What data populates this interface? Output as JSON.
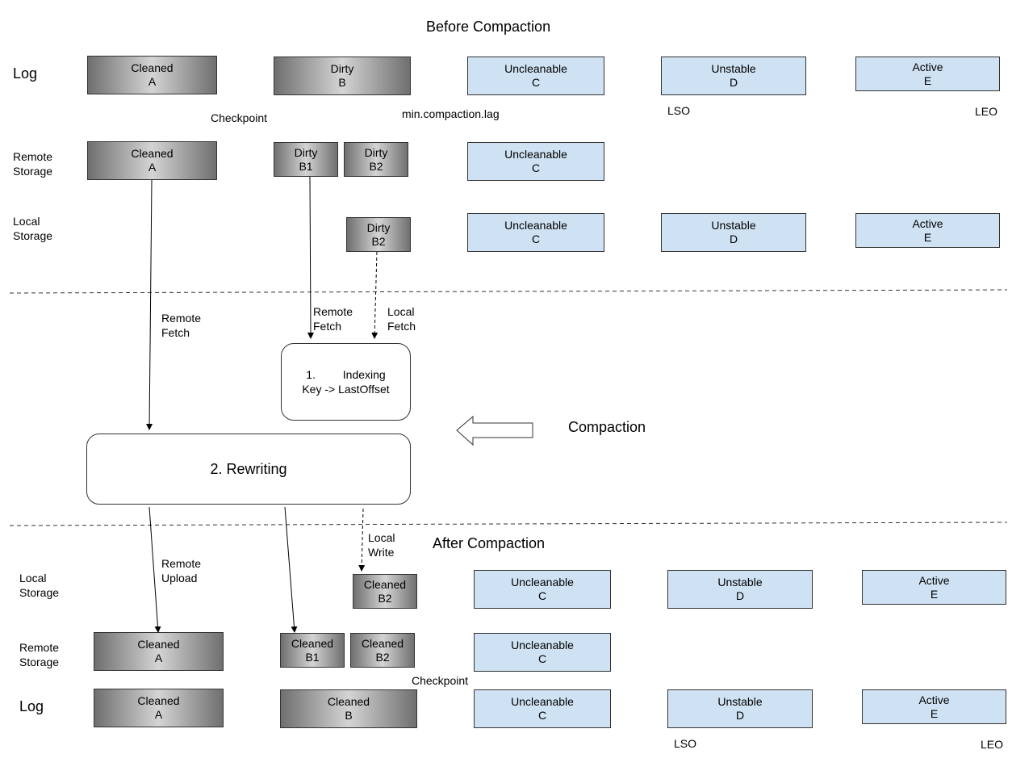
{
  "titles": {
    "before": "Before Compaction",
    "after": "After Compaction",
    "compaction": "Compaction"
  },
  "row_labels": {
    "log_top": "Log",
    "remote_top_1": "Remote",
    "remote_top_2": "Storage",
    "local_top_1": "Local",
    "local_top_2": "Storage",
    "local_bottom_1": "Local",
    "local_bottom_2": "Storage",
    "remote_bottom_1": "Remote",
    "remote_bottom_2": "Storage",
    "log_bottom": "Log"
  },
  "segments": {
    "top_log": [
      {
        "l1": "Cleaned",
        "l2": "A"
      },
      {
        "l1": "Dirty",
        "l2": "B"
      },
      {
        "l1": "Uncleanable",
        "l2": "C"
      },
      {
        "l1": "Unstable",
        "l2": "D"
      },
      {
        "l1": "Active",
        "l2": "E"
      }
    ],
    "top_remote": [
      {
        "l1": "Cleaned",
        "l2": "A"
      },
      {
        "l1": "Dirty",
        "l2": "B1"
      },
      {
        "l1": "Dirty",
        "l2": "B2"
      },
      {
        "l1": "Uncleanable",
        "l2": "C"
      }
    ],
    "top_local": [
      {
        "l1": "Dirty",
        "l2": "B2"
      },
      {
        "l1": "Uncleanable",
        "l2": "C"
      },
      {
        "l1": "Unstable",
        "l2": "D"
      },
      {
        "l1": "Active",
        "l2": "E"
      }
    ],
    "bottom_local": [
      {
        "l1": "Cleaned",
        "l2": "B2"
      },
      {
        "l1": "Uncleanable",
        "l2": "C"
      },
      {
        "l1": "Unstable",
        "l2": "D"
      },
      {
        "l1": "Active",
        "l2": "E"
      }
    ],
    "bottom_remote": [
      {
        "l1": "Cleaned",
        "l2": "A"
      },
      {
        "l1": "Cleaned",
        "l2": "B1"
      },
      {
        "l1": "Cleaned",
        "l2": "B2"
      },
      {
        "l1": "Uncleanable",
        "l2": "C"
      }
    ],
    "bottom_log": [
      {
        "l1": "Cleaned",
        "l2": "A"
      },
      {
        "l1": "Cleaned",
        "l2": "B"
      },
      {
        "l1": "Uncleanable",
        "l2": "C"
      },
      {
        "l1": "Unstable",
        "l2": "D"
      },
      {
        "l1": "Active",
        "l2": "E"
      }
    ]
  },
  "markers": {
    "checkpoint_top": "Checkpoint",
    "min_lag": "min.compaction.lag",
    "lso_top": "LSO",
    "leo_top": "LEO",
    "checkpoint_bottom": "Checkpoint",
    "lso_bottom": "LSO",
    "leo_bottom": "LEO"
  },
  "arrow_labels": {
    "remote_fetch_a_1": "Remote",
    "remote_fetch_a_2": "Fetch",
    "remote_fetch_b_1": "Remote",
    "remote_fetch_b_2": "Fetch",
    "local_fetch_1": "Local",
    "local_fetch_2": "Fetch",
    "local_write_1": "Local",
    "local_write_2": "Write",
    "remote_upload_1": "Remote",
    "remote_upload_2": "Upload"
  },
  "steps": {
    "indexing_num": "1.",
    "indexing_title": "Indexing",
    "indexing_sub": "Key -> LastOffset",
    "rewriting": "2. Rewriting"
  },
  "colors": {
    "blue_fill": "#cfe2f3",
    "gray_dark": "#6f6f6f",
    "gray_light": "#d4d4d4"
  }
}
